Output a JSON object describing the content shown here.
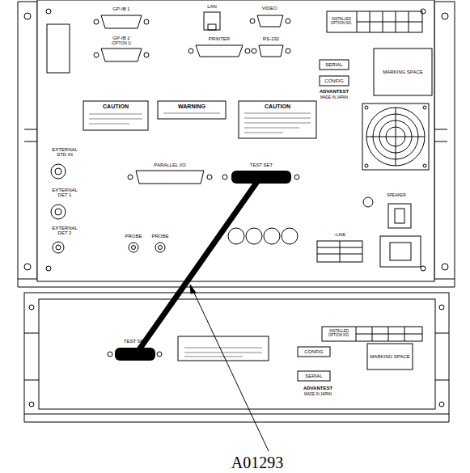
{
  "diagram": {
    "labels": [
      "GP-IB 1",
      "LAN",
      "VIDEO",
      "INSTALLED OPTION NO.",
      "GP-IB 2",
      "(OPTION 1)",
      "PRINTER",
      "RS-232",
      "SERIAL",
      "CONFIG",
      "ADVANTEST",
      "MADE IN JAPAN",
      "MARKING SPACE",
      "CAUTION",
      "WARNING",
      "CAUTION",
      "EXTERNAL STD IN",
      "PARALLEL I/O",
      "TEST SET",
      "EXTERNAL DET 1",
      "SPEAKER",
      "PROBE",
      "PROBE",
      "~LINE",
      "EXTERNAL DET 2",
      "TEST SET",
      "INSTALLED OPTION NO.",
      "CONFIG",
      "MARKING SPACE",
      "SERIAL",
      "ADVANTEST",
      "MADE IN JAPAN",
      "A01293"
    ]
  }
}
